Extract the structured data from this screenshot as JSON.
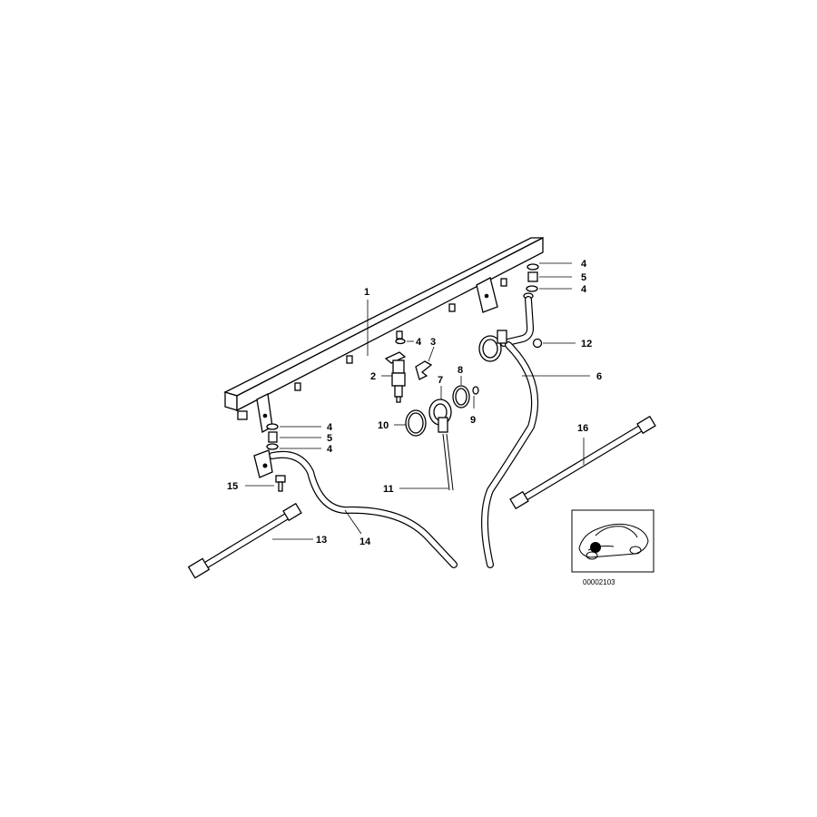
{
  "diagram": {
    "callouts": [
      {
        "id": "1",
        "label": "1"
      },
      {
        "id": "2",
        "label": "2"
      },
      {
        "id": "3",
        "label": "3"
      },
      {
        "id": "4a",
        "label": "4"
      },
      {
        "id": "4b",
        "label": "4"
      },
      {
        "id": "4c",
        "label": "4"
      },
      {
        "id": "4d",
        "label": "4"
      },
      {
        "id": "4e",
        "label": "4"
      },
      {
        "id": "5a",
        "label": "5"
      },
      {
        "id": "5b",
        "label": "5"
      },
      {
        "id": "6",
        "label": "6"
      },
      {
        "id": "7",
        "label": "7"
      },
      {
        "id": "8",
        "label": "8"
      },
      {
        "id": "9",
        "label": "9"
      },
      {
        "id": "10",
        "label": "10"
      },
      {
        "id": "11",
        "label": "11"
      },
      {
        "id": "12",
        "label": "12"
      },
      {
        "id": "13",
        "label": "13"
      },
      {
        "id": "14",
        "label": "14"
      },
      {
        "id": "15",
        "label": "15"
      },
      {
        "id": "16",
        "label": "16"
      }
    ],
    "inset_code": "00002103"
  }
}
